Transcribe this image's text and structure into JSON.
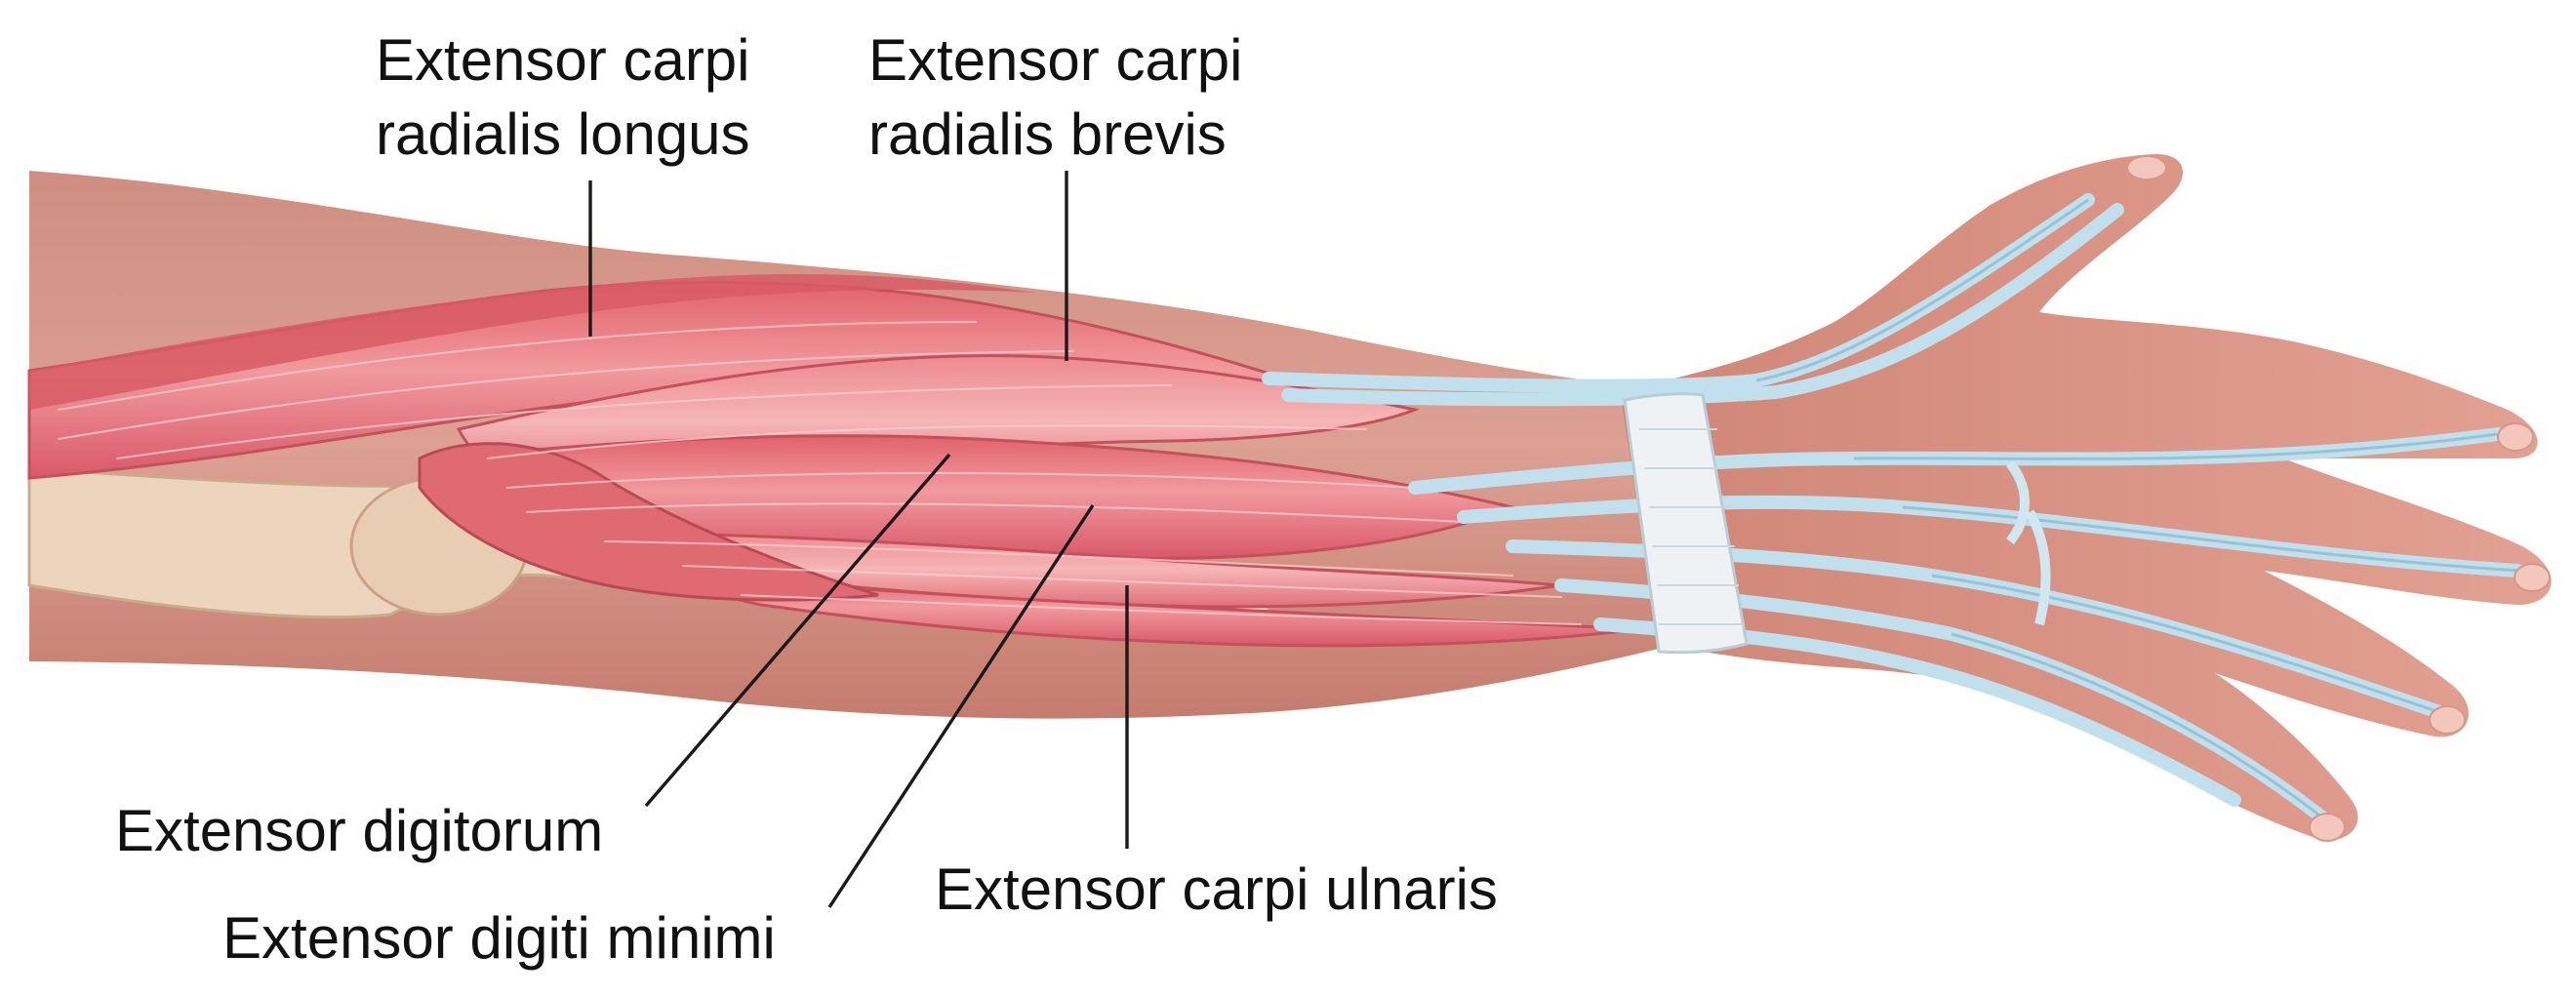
{
  "labels": {
    "ecrl_line1": "Extensor carpi",
    "ecrl_line2": "radialis longus",
    "ecrb_line1": "Extensor carpi",
    "ecrb_line2": "radialis brevis",
    "extensor_digitorum": "Extensor digitorum",
    "extensor_digiti_minimi": "Extensor digiti minimi",
    "extensor_carpi_ulnaris": "Extensor carpi ulnaris"
  },
  "colors": {
    "skin": "#d99a8c",
    "skin_shadow": "#c77e70",
    "muscle": "#e8737a",
    "muscle_light": "#f4a3a6",
    "muscle_dark": "#c8505a",
    "tendon": "#cde6ef",
    "tendon_edge": "#8fbfd2",
    "bone": "#ead2b8",
    "retinaculum": "#e9eef1"
  }
}
